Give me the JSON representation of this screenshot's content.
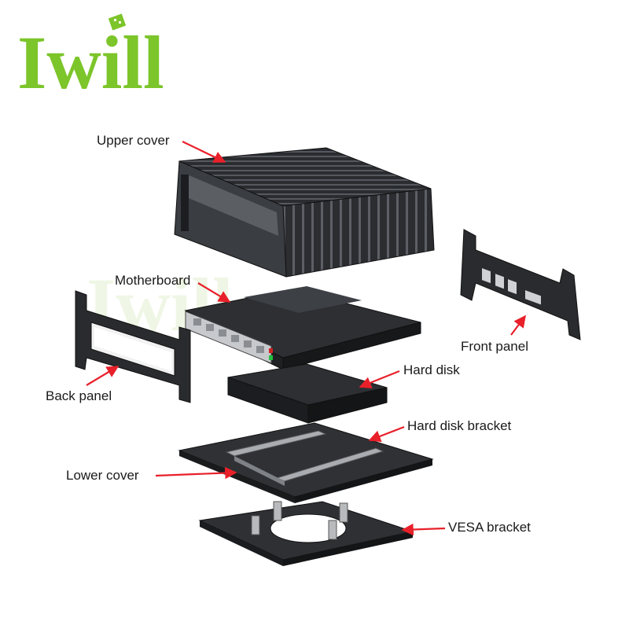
{
  "logo": {
    "text": "Iwill",
    "color": "#7cc52a",
    "watermark_color": "#eef6e3"
  },
  "accent": "#e8202a",
  "labels": {
    "upper_cover": "Upper cover",
    "motherboard": "Motherboard",
    "front_panel": "Front panel",
    "back_panel": "Back panel",
    "hard_disk": "Hard disk",
    "hard_disk_bracket": "Hard disk bracket",
    "lower_cover": "Lower cover",
    "vesa_bracket": "VESA bracket"
  }
}
